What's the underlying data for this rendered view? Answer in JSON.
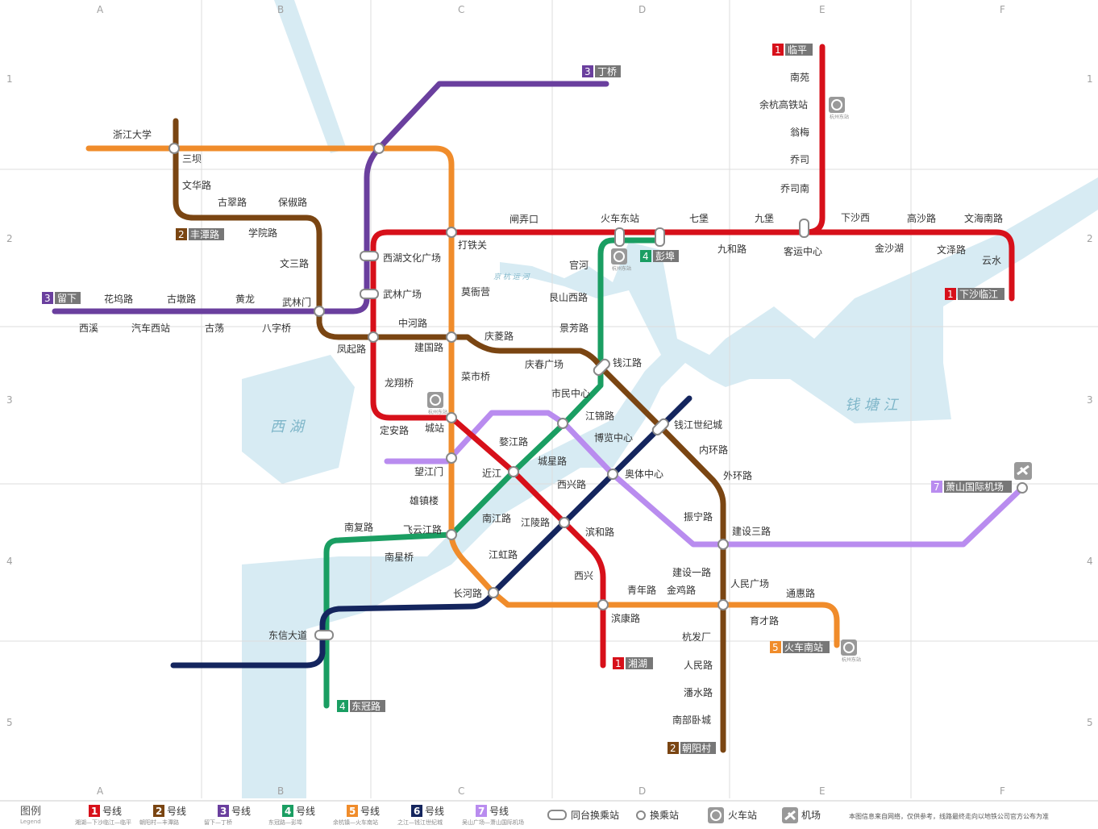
{
  "grid": {
    "cols": [
      "A",
      "B",
      "C",
      "D",
      "E",
      "F"
    ],
    "rows": [
      "1",
      "2",
      "3",
      "4",
      "5"
    ]
  },
  "water_labels": {
    "west_lake": "西 湖",
    "qiantang": "钱 塘 江",
    "canal": "京 杭 运 河"
  },
  "lines": [
    {
      "num": "1",
      "name": "号线",
      "color": "#d7101a",
      "legend_desc": "湘湖—下沙临江—临平"
    },
    {
      "num": "2",
      "name": "号线",
      "color": "#7a4512",
      "legend_desc": "朝阳村—丰潭路"
    },
    {
      "num": "3",
      "name": "号线",
      "color": "#6a3f9e",
      "legend_desc": "留下—丁桥"
    },
    {
      "num": "4",
      "name": "号线",
      "color": "#1a9e62",
      "legend_desc": "东冠路—彭埠"
    },
    {
      "num": "5",
      "name": "号线",
      "color": "#f08c2b",
      "legend_desc": "余杭镇—火车南站"
    },
    {
      "num": "6",
      "name": "号线",
      "color": "#14255e",
      "legend_desc": "之江—钱江世纪城"
    },
    {
      "num": "7",
      "name": "号线",
      "color": "#b98cef",
      "legend_desc": "吴山广场—萧山国际机场"
    }
  ],
  "terminals": [
    {
      "num": "1",
      "name": "临平",
      "color": "#d7101a"
    },
    {
      "num": "1",
      "name": "下沙临江",
      "color": "#d7101a"
    },
    {
      "num": "1",
      "name": "湘湖",
      "color": "#d7101a"
    },
    {
      "num": "2",
      "name": "丰潭路",
      "color": "#7a4512"
    },
    {
      "num": "2",
      "name": "朝阳村",
      "color": "#7a4512"
    },
    {
      "num": "3",
      "name": "丁桥",
      "color": "#6a3f9e"
    },
    {
      "num": "3",
      "name": "留下",
      "color": "#6a3f9e"
    },
    {
      "num": "4",
      "name": "彭埠",
      "color": "#1a9e62"
    },
    {
      "num": "4",
      "name": "东冠路",
      "color": "#1a9e62"
    },
    {
      "num": "5",
      "name": "火车南站",
      "color": "#f08c2b"
    },
    {
      "num": "7",
      "name": "萧山国际机场",
      "color": "#b98cef"
    }
  ],
  "stations": [
    "南苑",
    "余杭高铁站",
    "翁梅",
    "乔司",
    "乔司南",
    "下沙西",
    "高沙路",
    "文海南路",
    "金沙湖",
    "文泽路",
    "云水",
    "客运中心",
    "九和路",
    "九堡",
    "七堡",
    "火车东站",
    "闸弄口",
    "打铁关",
    "西湖文化广场",
    "武林广场",
    "龙翔桥",
    "定安路",
    "城站",
    "婺江路",
    "近江",
    "江陵路",
    "滨和路",
    "西兴",
    "浙江大学",
    "三坝",
    "文华路",
    "古翠路",
    "保俶路",
    "学院路",
    "文三路",
    "武林门",
    "凤起路",
    "中河路",
    "建国路",
    "庆菱路",
    "庆春广场",
    "钱江路",
    "钱江世纪城",
    "内环路",
    "外环路",
    "振宁路",
    "建设三路",
    "建设一路",
    "人民广场",
    "杭发厂",
    "人民路",
    "潘水路",
    "南部卧城",
    "花坞路",
    "古墩路",
    "黄龙",
    "西溪",
    "汽车西站",
    "古荡",
    "八字桥",
    "官河",
    "艮山西路",
    "景芳路",
    "市民中心",
    "江锦路",
    "城星路",
    "南江路",
    "飞云江路",
    "南复路",
    "南星桥",
    "东信大道",
    "莫衙营",
    "菜市桥",
    "望江门",
    "雄镇楼",
    "长河路",
    "青年路",
    "金鸡路",
    "滨康路",
    "通惠路",
    "育才路",
    "博览中心",
    "奥体中心",
    "西兴路",
    "江虹路"
  ],
  "legend": {
    "title": "图例",
    "subtitle": "Legend",
    "same_platform": "同台换乘站",
    "transfer": "换乘站",
    "railway": "火车站",
    "airport": "机场",
    "station_caption": "杭州东站",
    "disclaimer": "本图信息来自网络，仅供参考，线路最终走向以地铁公司官方公布为准"
  }
}
